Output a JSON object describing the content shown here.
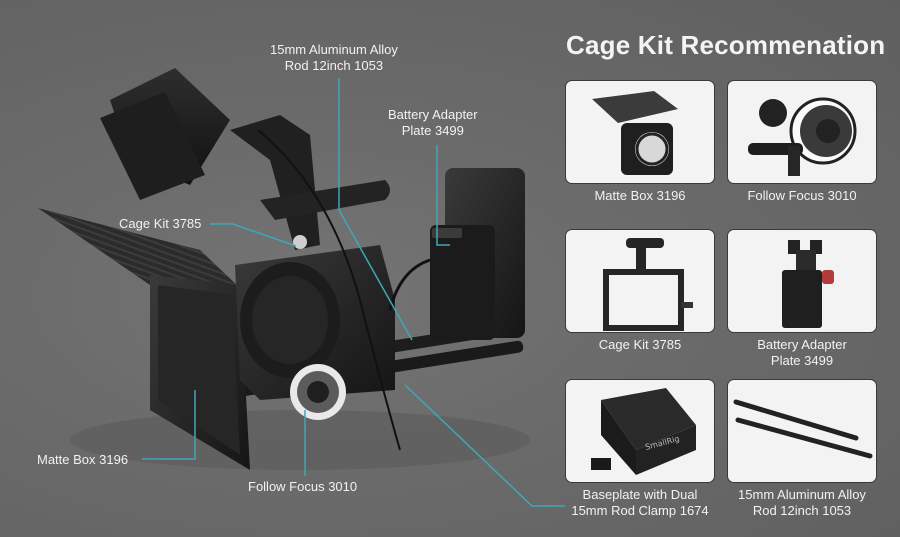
{
  "panel": {
    "title": "Cage Kit Recommenation",
    "items": [
      {
        "id": "matte-box",
        "label": "Matte Box 3196",
        "icon": "matte-box-thumbnail"
      },
      {
        "id": "follow-focus",
        "label": "Follow Focus 3010",
        "icon": "follow-focus-thumbnail"
      },
      {
        "id": "cage-kit",
        "label": "Cage Kit 3785",
        "icon": "cage-kit-thumbnail"
      },
      {
        "id": "battery-adapter",
        "label_line1": "Battery Adapter",
        "label_line2": "Plate 3499",
        "icon": "battery-adapter-thumbnail"
      },
      {
        "id": "baseplate",
        "label_line1": "Baseplate with Dual",
        "label_line2": "15mm Rod Clamp 1674",
        "icon": "baseplate-thumbnail"
      },
      {
        "id": "rods",
        "label_line1": "15mm Aluminum Alloy",
        "label_line2": "Rod 12inch 1053",
        "icon": "rods-thumbnail"
      }
    ]
  },
  "callouts": {
    "rod": {
      "line1": "15mm Aluminum Alloy",
      "line2": "Rod 12inch 1053"
    },
    "battery": {
      "line1": "Battery Adapter",
      "line2": "Plate 3499"
    },
    "cage": {
      "text": "Cage Kit 3785"
    },
    "matte": {
      "text": "Matte Box 3196"
    },
    "focus": {
      "text": "Follow Focus 3010"
    }
  },
  "colors": {
    "background": "#6b6b6b",
    "callout_line": "#3fa8b4",
    "card_bg": "#f3f3f3",
    "text": "#f2f2f2"
  }
}
